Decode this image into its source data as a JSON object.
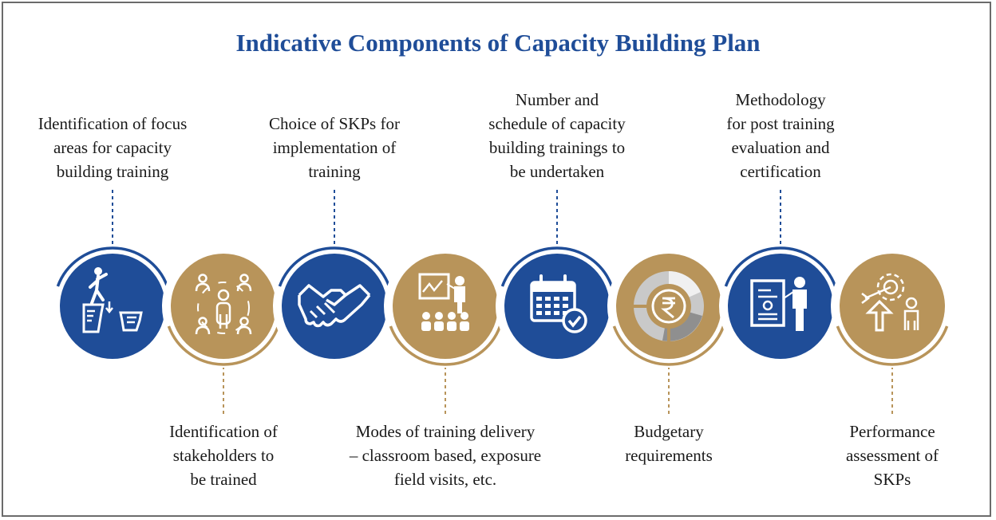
{
  "title": "Indicative Components of Capacity Building Plan",
  "colors": {
    "blue": "#1f4d98",
    "gold": "#b8945a",
    "title": "#1f4d98"
  },
  "components": [
    {
      "position": "top",
      "color": "blue",
      "icon": "climbing-gap-icon",
      "lines": [
        "Identification of focus",
        "areas for capacity",
        "building training"
      ]
    },
    {
      "position": "bottom",
      "color": "gold",
      "icon": "stakeholders-icon",
      "lines": [
        "Identification of",
        "stakeholders to",
        "be trained"
      ]
    },
    {
      "position": "top",
      "color": "blue",
      "icon": "handshake-icon",
      "lines": [
        "Choice of SKPs for",
        "implementation of",
        "training"
      ]
    },
    {
      "position": "bottom",
      "color": "gold",
      "icon": "classroom-presentation-icon",
      "lines": [
        "Modes of training delivery",
        "– classroom based, exposure",
        "field visits, etc."
      ]
    },
    {
      "position": "top",
      "color": "blue",
      "icon": "calendar-check-icon",
      "lines": [
        "Number and",
        "schedule of capacity",
        "building trainings to",
        "be undertaken"
      ]
    },
    {
      "position": "bottom",
      "color": "gold",
      "icon": "rupee-pie-chart-icon",
      "lines": [
        "Budgetary",
        "requirements"
      ]
    },
    {
      "position": "top",
      "color": "blue",
      "icon": "certificate-presenter-icon",
      "lines": [
        "Methodology",
        "for post training",
        "evaluation and",
        "certification"
      ]
    },
    {
      "position": "bottom",
      "color": "gold",
      "icon": "target-growth-person-icon",
      "lines": [
        "Performance",
        "assessment of",
        "SKPs"
      ]
    }
  ]
}
